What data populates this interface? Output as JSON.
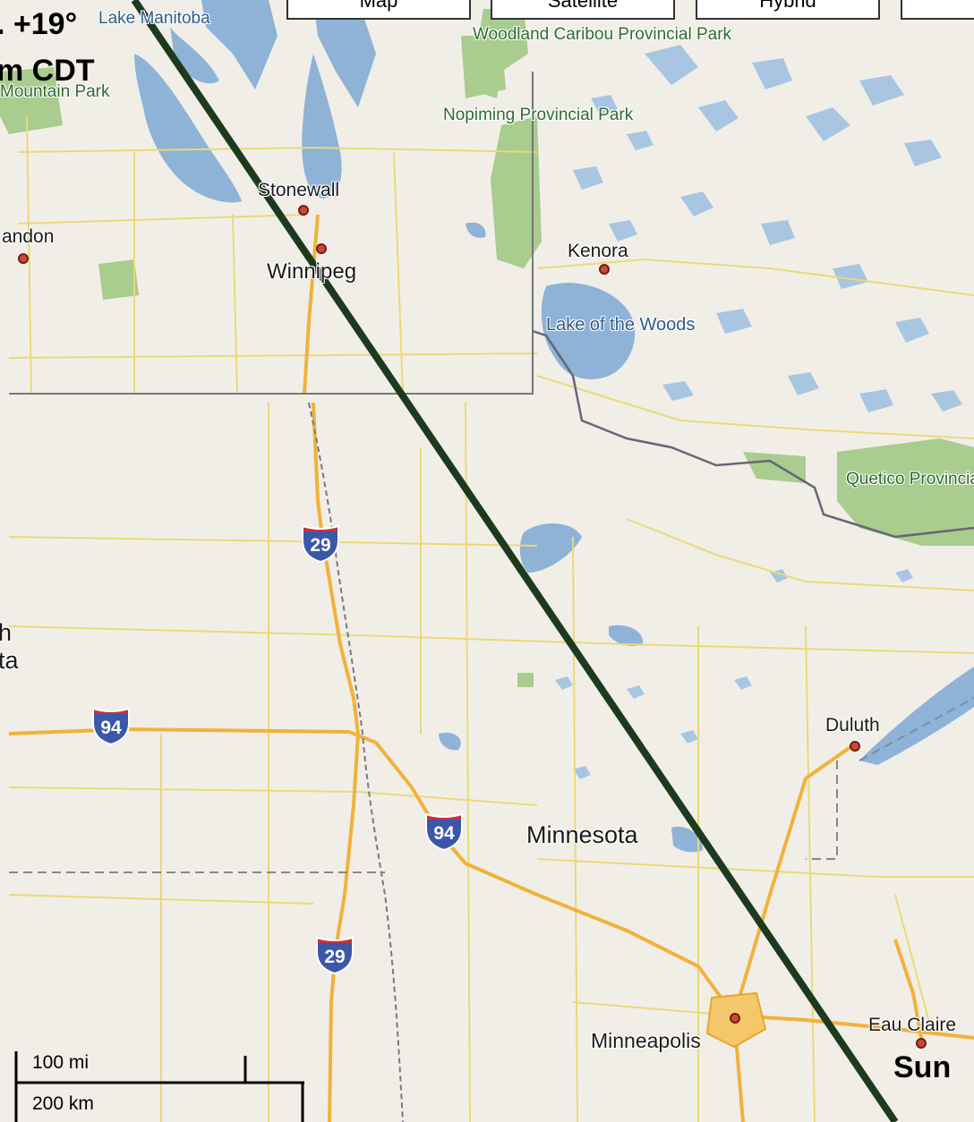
{
  "header": {
    "line1": ". +19°",
    "line2": "m CDT"
  },
  "map_types": [
    {
      "label": "Map"
    },
    {
      "label": "Satellite"
    },
    {
      "label": "Hybrid"
    },
    {
      "label": ""
    }
  ],
  "labels": {
    "lake_manitoba": "Lake Manitoba",
    "riding_mountain": "Mountain Park",
    "woodland_caribou": "Woodland Caribou Provincial Park",
    "nopiming": "Nopiming Provincial Park",
    "stonewall": "Stonewall",
    "brandon": "andon",
    "winnipeg": "Winnipeg",
    "kenora": "Kenora",
    "lake_of_the_woods": "Lake of the Woods",
    "quetico": "Quetico Provincial Pa",
    "north_dakota": "h ta",
    "duluth": "Duluth",
    "minnesota": "Minnesota",
    "minneapolis": "Minneapolis",
    "eau_claire": "Eau Claire",
    "sun": "Sun"
  },
  "shields": {
    "i29_north": "29",
    "i94_west": "94",
    "i94_center": "94",
    "i29_south": "29"
  },
  "scale": {
    "miles": "100 mi",
    "km": "200 km"
  },
  "colors": {
    "land": "#f1eee8",
    "water": "#8eb3d6",
    "park": "#9fc788",
    "highway": "#f1b23a",
    "road": "#e8d56a",
    "track": "#1e3a1e"
  }
}
